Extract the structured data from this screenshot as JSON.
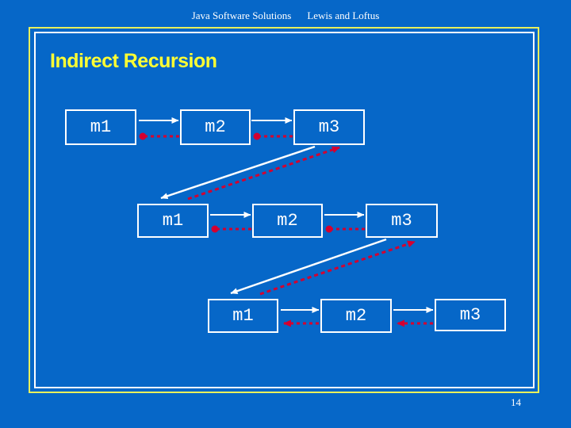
{
  "slide": {
    "header": {
      "book": "Java Software Solutions",
      "authors": "Lewis and Loftus"
    },
    "title": "Indirect Recursion",
    "page_number": "14"
  },
  "colors": {
    "background": "#0667c8",
    "frame_yellow": "#e8f05c",
    "frame_white": "#ffffff",
    "title": "#ffff33",
    "text": "#ffffff",
    "return_red": "#d40030"
  },
  "diagram": {
    "description_icons": {
      "call_arrow": "solid-white-arrow-icon",
      "return_arrow": "red-dashed-arrow-icon"
    },
    "rows": [
      {
        "boxes": [
          "m1",
          "m2",
          "m3"
        ]
      },
      {
        "boxes": [
          "m1",
          "m2",
          "m3"
        ]
      },
      {
        "boxes": [
          "m1",
          "m2",
          "m3"
        ]
      }
    ]
  }
}
